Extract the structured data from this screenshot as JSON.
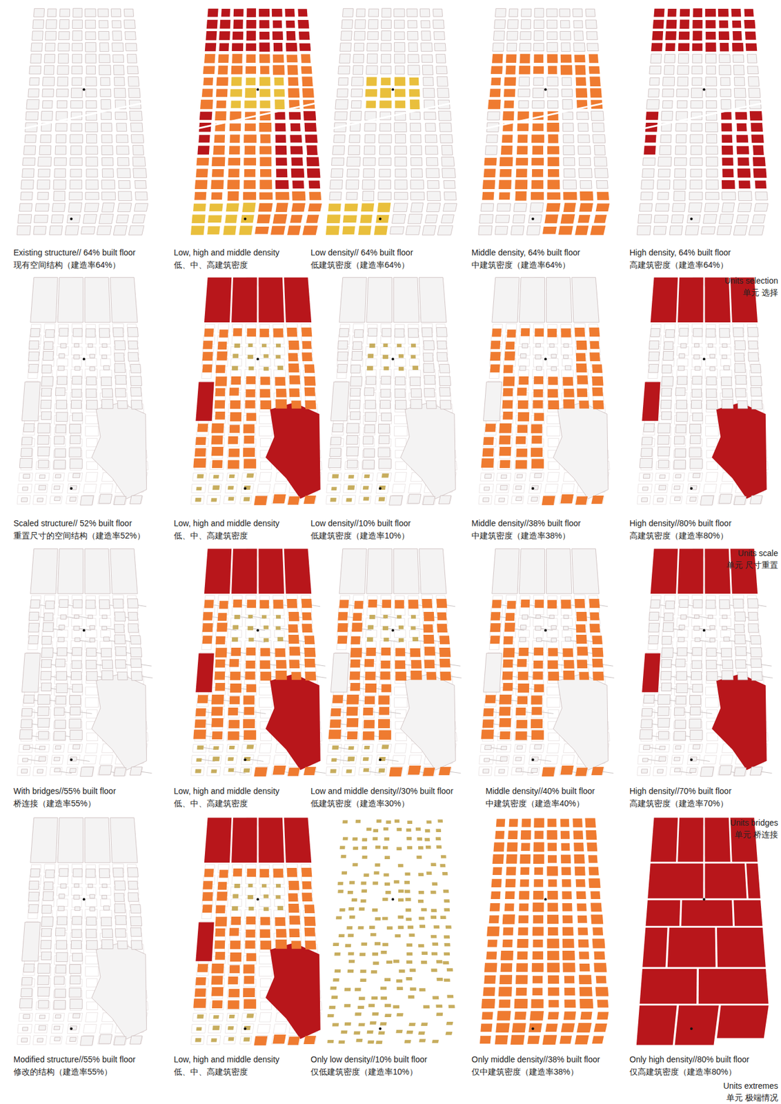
{
  "diagram": {
    "labels": [
      "Existing structure// 64% built floor",
      "现有空间结构（建造率64%）",
      "Low, high and middle density",
      "低、中、高建筑密度",
      "Low density// 64% built floor",
      "低建筑密度（建造率64%）",
      "Middle density, 64% built floor",
      "中建筑密度（建造率64%）",
      "High density, 64% built floor",
      "高建筑密度（建造率64%）",
      "Units selection",
      "单元 选择",
      "Scaled structure// 52% built floor",
      "重置尺寸的空间结构（建造率52%）",
      "Low, high and middle density",
      "低、中、高建筑密度",
      "Low density//10% built floor",
      "低建筑密度（建造率10%）",
      "Middle density//38% built floor",
      "中建筑密度（建造率38%）",
      "High density//80% built floor",
      "高建筑密度（建造率80%）",
      "Units scale",
      "单元 尺寸重置",
      "With bridges//55% built floor",
      "桥连接（建造率55%）",
      "Low, high and middle density",
      "低、中、高建筑密度",
      "Low and middle density//30% built floor",
      "低建筑密度（建造率30%）",
      "Middle density//40% built floor",
      "中建筑密度（建造率40%）",
      "High density//70% built floor",
      "高建筑密度（建造率70%）",
      "Units bridges",
      "单元 桥连接",
      "Modified structure//55% built floor",
      "修改的结构（建造率55%）",
      "Low, high and middle density",
      "低、中、高建筑密度",
      "Only low density//10% built floor",
      "仅低建筑密度（建造率10%）",
      "Only middle density//38% built floor",
      "仅中建筑密度（建造率38%）",
      "Only high density//80% built floor",
      "仅高建筑密度（建造率80%）",
      "Units extremes",
      "单元 极端情况"
    ]
  }
}
